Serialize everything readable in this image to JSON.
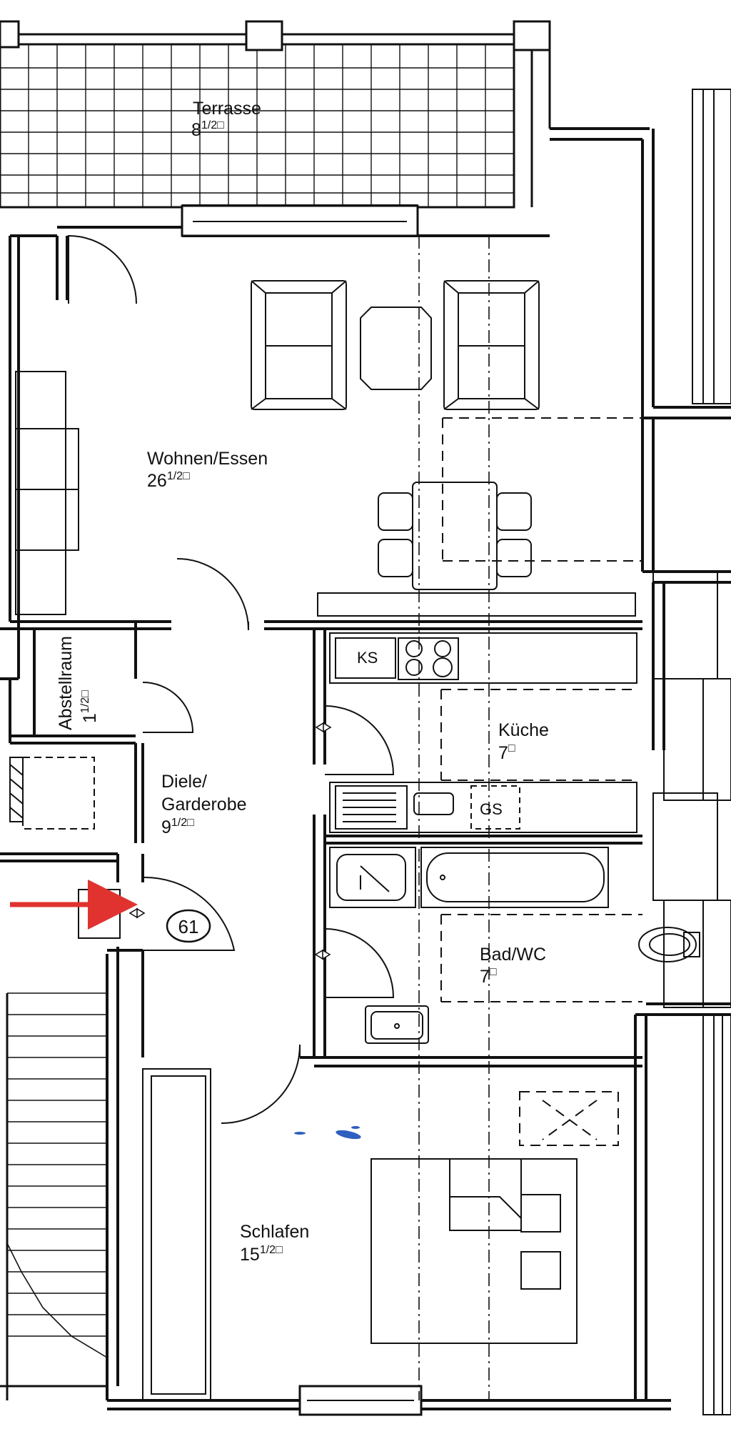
{
  "rooms": {
    "terrasse": {
      "name": "Terrasse",
      "area_whole": "8",
      "area_fraction": "1/2",
      "unit": "□"
    },
    "wohnen": {
      "name": "Wohnen/Essen",
      "area_whole": "26",
      "area_fraction": "1/2",
      "unit": "□"
    },
    "abstellraum": {
      "name": "Abstellraum",
      "area_whole": "1",
      "area_fraction": "1/2",
      "unit": "□"
    },
    "kueche": {
      "name": "Küche",
      "area_whole": "7",
      "unit": "□"
    },
    "diele": {
      "name_line1": "Diele/",
      "name_line2": "Garderobe",
      "area_whole": "9",
      "area_fraction": "1/2",
      "unit": "□"
    },
    "bad": {
      "name": "Bad/WC",
      "area_whole": "7",
      "unit": "□"
    },
    "schlafen": {
      "name": "Schlafen",
      "area_whole": "15",
      "area_fraction": "1/2",
      "unit": "□"
    }
  },
  "fixtures": {
    "fridge": "KS",
    "dishwasher": "GS"
  },
  "apartment_number": "61",
  "colors": {
    "walls": "#111111",
    "arrow": "#e0322f",
    "background": "#ffffff",
    "ink_marks": "#2f5fbf"
  }
}
